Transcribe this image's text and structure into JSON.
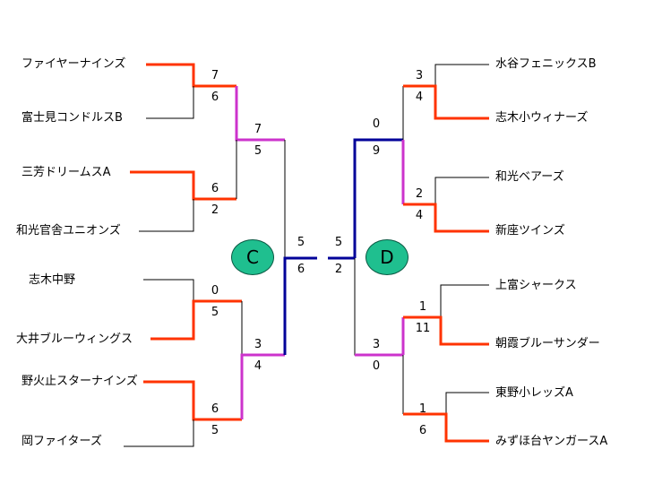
{
  "left_teams": [
    "ファイヤーナインズ",
    "富士見コンドルスB",
    "三芳ドリームスA",
    "和光官舎ユニオンズ",
    "志木中野",
    "大井ブルーウィングス",
    "野火止スターナインズ",
    "岡ファイターズ"
  ],
  "right_teams": [
    "水谷フェニックスB",
    "志木小ウィナーズ",
    "和光ベアーズ",
    "新座ツインズ",
    "上富シャークス",
    "朝霞ブルーサンダー",
    "東野小レッズA",
    "みずほ台ヤンガースA"
  ],
  "scores": {
    "l_r1": [
      [
        "7",
        "6"
      ],
      [
        "6",
        "2"
      ],
      [
        "0",
        "5"
      ],
      [
        "6",
        "5"
      ]
    ],
    "l_r2": [
      [
        "7",
        "5"
      ],
      [
        "3",
        "4"
      ]
    ],
    "center_left": [
      "5",
      "6"
    ],
    "center_right": [
      "5",
      "2"
    ],
    "r_r2": [
      [
        "0",
        "9"
      ],
      [
        "3",
        "0"
      ]
    ],
    "r_r1": [
      [
        "3",
        "4"
      ],
      [
        "2",
        "4"
      ],
      [
        "1",
        "11"
      ],
      [
        "1",
        "6"
      ]
    ]
  },
  "circles": {
    "left": "C",
    "right": "D"
  },
  "colors": {
    "lost": "#000000",
    "win_r1": "#ff3300",
    "win_r2": "#cc33cc",
    "win_final": "#000099"
  }
}
